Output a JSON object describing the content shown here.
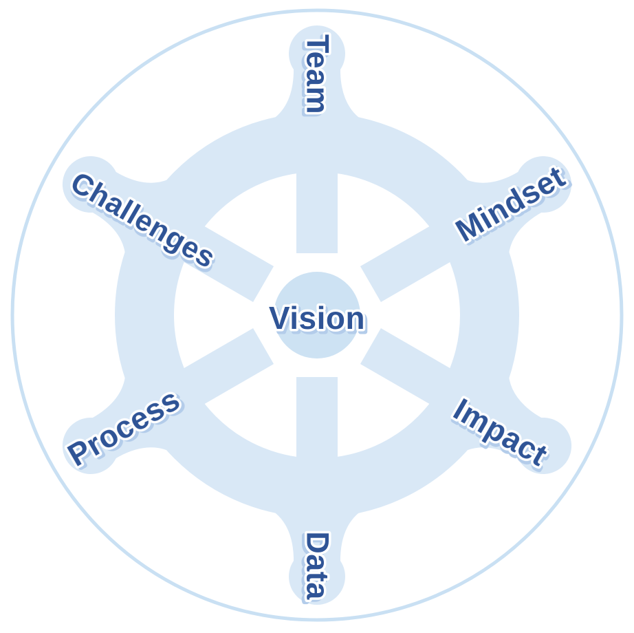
{
  "diagram": {
    "type": "ship-wheel",
    "hub_label": "Vision",
    "spokes": [
      {
        "label": "Team",
        "position": "top"
      },
      {
        "label": "Mindset",
        "position": "upper-right"
      },
      {
        "label": "Impact",
        "position": "lower-right"
      },
      {
        "label": "Data",
        "position": "bottom"
      },
      {
        "label": "Process",
        "position": "lower-left"
      },
      {
        "label": "Challenges",
        "position": "upper-left"
      }
    ],
    "colors": {
      "background": "#FFFFFF",
      "outer_ring": "#C9E0F3",
      "wheel": "#D9E8F6",
      "hub": "#CDE2F3",
      "label_text": "#2F5496",
      "label_outline": "#FFFFFF",
      "label_shadow": "#B3CCEA"
    }
  }
}
